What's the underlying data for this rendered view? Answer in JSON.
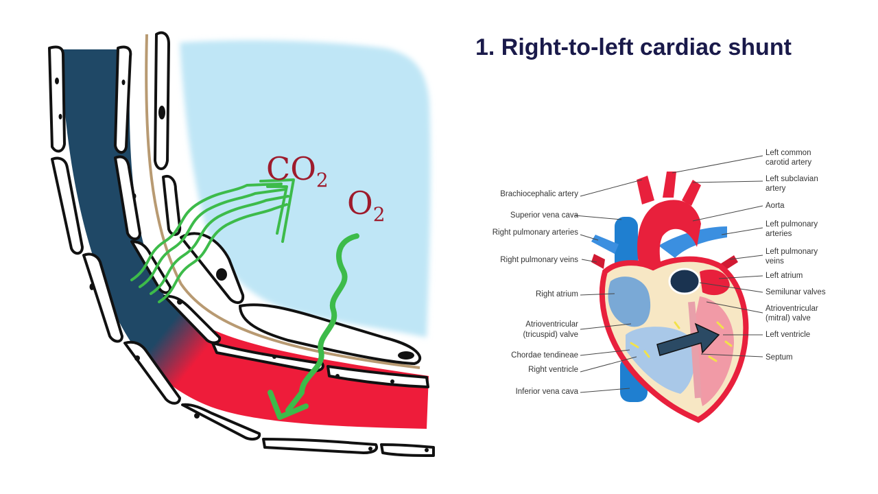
{
  "title": "1. Right-to-left cardiac shunt",
  "gas_labels": {
    "co2_main": "CO",
    "co2_sub": "2",
    "o2_main": "O",
    "o2_sub": "2"
  },
  "heart_labels_left": [
    "Brachiocephalic artery",
    "Superior vena cava",
    "Right pulmonary arteries",
    "Right pulmonary veins",
    "Right atrium",
    "Atrioventricular",
    "(tricuspid) valve",
    "Chordae tendineae",
    "Right ventricle",
    "Inferior vena cava"
  ],
  "heart_labels_right": [
    "Left common",
    "carotid artery",
    "Left subclavian",
    "artery",
    "Aorta",
    "Left pulmonary",
    "arteries",
    "Left pulmonary",
    "veins",
    "Left atrium",
    "Semilunar valves",
    "Atrioventricular",
    "(mitral) valve",
    "Left ventricle",
    "Septum"
  ],
  "colors": {
    "deoxygenated": "#1f4866",
    "oxygenated": "#ee1c3a",
    "alveolus": "#bfe6f6",
    "gas_arrow": "#3dbb4a",
    "label_text": "#9e1b2c",
    "title": "#1a1a4a"
  }
}
